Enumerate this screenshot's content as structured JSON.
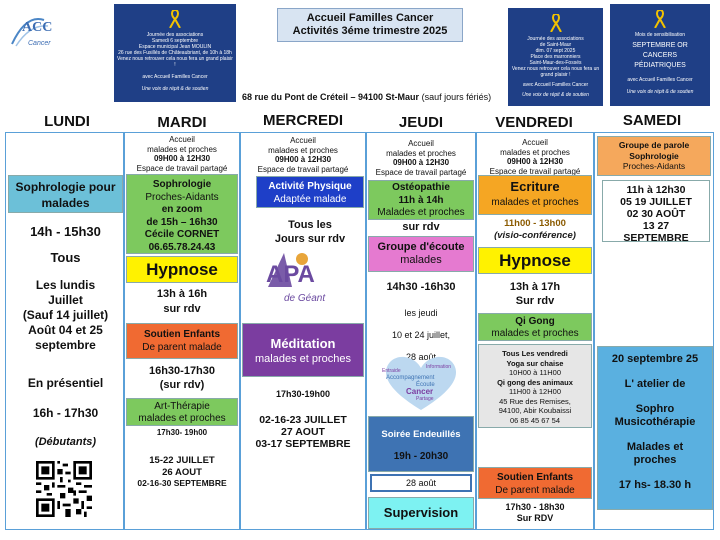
{
  "logo": {
    "text_big": "ACC",
    "text_small": "Cancer"
  },
  "header": {
    "title1": "Accueil Familles Cancer",
    "title2": "Activités 3éme trimestre 2025",
    "address": "68 rue du Pont de Créteil – 94100 St-Maur",
    "address_note": "(sauf jours fériés)"
  },
  "poster1": {
    "lines": [
      "Journée des associations",
      "Samedi 6 septembre",
      "Espace municipal Jean MOULIN",
      "26 rue des Fusillés de Châteaubriant, de 10h à 18h",
      "Venez nous retrouver cela nous fera un grand plaisir !",
      "avec Accueil Familles Cancer",
      "Une voix de répit & de soutien"
    ]
  },
  "poster2": {
    "lines": [
      "Journée des associations",
      "de Saint-Maur",
      "dim. 07 sept 2025",
      "Place des marronniers",
      "Saint-Maur-des-Fossés",
      "Venez nous retrouver cela nous fera un grand plaisir !",
      "avec Accueil Familles Cancer",
      "Une voix de répit & de soutien"
    ]
  },
  "poster3": {
    "lines": [
      "Mois de sensibilisation",
      "SEPTEMBRE OR",
      "CANCERS",
      "PÉDIATRIQUES",
      "avec Accueil Familles Cancer",
      "Une voix de répit & de soutien"
    ]
  },
  "days": {
    "lundi": "LUNDI",
    "mardi": "MARDI",
    "mercredi": "MERCREDI",
    "jeudi": "JEUDI",
    "vendredi": "VENDREDI",
    "samedi": "SAMEDI"
  },
  "accueil": {
    "title": "Accueil",
    "sub": "malades et proches",
    "hours": "09H00 à 12H30",
    "space": "Espace de travail partagé"
  },
  "lundi": {
    "activity": "Sophrologie pour malades",
    "hours": "14h - 15h30",
    "tous": "Tous",
    "lines": [
      "Les lundis",
      "Juillet",
      "(Sauf 14 juillet)",
      "Août 04 et 25",
      "septembre"
    ],
    "presentiel": "En présentiel",
    "hours2": "16h - 17h30",
    "debutants": "(Débutants)"
  },
  "mardi": {
    "sophro_title": "Sophrologie",
    "sophro_sub": "Proches-Aidants",
    "sophro_zoom": "en zoom",
    "sophro_hours": "de 15h – 16h30",
    "sophro_name": "Cécile CORNET",
    "sophro_phone": "06.65.78.24.43",
    "hypnose": "Hypnose",
    "hypnose_hours": "13h à 16h",
    "hypnose_rdv": "sur rdv",
    "soutien_title": "Soutien Enfants",
    "soutien_sub": "De parent malade",
    "soutien_hours": "16h30-17h30",
    "soutien_rdv": "(sur rdv)",
    "art_title": "Art-Thérapie",
    "art_sub": "malades et proches",
    "art_hours": "17h30- 19h00",
    "art_dates1": "15-22 JUILLET",
    "art_dates2": "26 AOUT",
    "art_dates3": "02-16-30 SEPTEMBRE"
  },
  "mercredi": {
    "activite_title": "Activité Physique",
    "activite_sub": "Adaptée malade",
    "tous_line1": "Tous les",
    "tous_line2": "Jours sur rdv",
    "apa_logo": "APA",
    "apa_sub": "de Géant",
    "meditation": "Méditation",
    "meditation_sub": "malades et proches",
    "med_hours": "17h30-19h00",
    "med_dates1": "02-16-23 JUILLET",
    "med_dates2": "27 AOUT",
    "med_dates3": "03-17 SEPTEMBRE"
  },
  "jeudi": {
    "osteo_title": "Ostéopathie",
    "osteo_hours": "11h à 14h",
    "osteo_sub": "Malades et proches",
    "osteo_rdv": "sur rdv",
    "groupe_title": "Groupe d'écoute",
    "groupe_sub": "malades",
    "groupe_hours": "14h30 -16h30",
    "groupe_line1": "les jeudi",
    "groupe_line2": "10 et 24 juillet,",
    "groupe_line3": "28 août",
    "heart_words": [
      "Entraide",
      "Information",
      "Accompagnement",
      "Écoute",
      "Cancer",
      "Partage"
    ],
    "soiree_title": "Soirée Endeuillés",
    "soiree_hours": "19h - 20h30",
    "soiree_date": "28 août",
    "supervision": "Supervision"
  },
  "vendredi": {
    "ecriture_title": "Ecriture",
    "ecriture_sub": "malades et proches",
    "ecriture_hours": "11h00 - 13h00",
    "ecriture_visio": "(visio-conférence)",
    "hypnose": "Hypnose",
    "hypnose_hours": "13h à 17h",
    "hypnose_rdv": "Sur rdv",
    "qigong_title": "Qi Gong",
    "qigong_sub": "malades et proches",
    "yoga_line1": "Tous Les vendredi",
    "yoga_line2": "Yoga sur chaise",
    "yoga_line3": "10H00 à 11H00",
    "yoga_line4": "Qi gong des animaux",
    "yoga_line5": "11H00 à 12H00",
    "yoga_line6": "45 Rue des Remises,",
    "yoga_line7": "94100, Abir Koubaissi",
    "yoga_line8": "06 85 45 67 54",
    "soutien_title": "Soutien Enfants",
    "soutien_sub": "De parent malade",
    "soutien_hours": "17h30 - 18h30",
    "soutien_rdv": "Sur RDV"
  },
  "samedi": {
    "groupe_title": "Groupe de parole",
    "groupe_sub1": "Sophrologie",
    "groupe_sub2": "Proches-Aidants",
    "dates1": "11h à 12h30",
    "dates2": "05 19 JUILLET",
    "dates3": "02 30 AOÛT",
    "dates4": "13 27",
    "dates5": "SEPTEMBRE",
    "atelier_date": "20 septembre 25",
    "atelier_l1": "L' atelier de",
    "atelier_l2": "Sophro",
    "atelier_l3": "Musicothérapie",
    "atelier_l4": "Malades et",
    "atelier_l5": "proches",
    "atelier_hours": "17 hs- 18.30 h"
  },
  "colors": {
    "column_border": "#5aa0d8",
    "sophro_blue": "#6cc0d8",
    "green": "#7dc95e",
    "yellow": "#fff200",
    "orange": "#f06a32",
    "purple": "#7b3da0",
    "pink": "#e57ad0",
    "navy_blue": "#1e3fc8",
    "light_blue": "#5ab0e0",
    "steel_blue": "#3e73b3",
    "aqua": "#7df2f2",
    "poster_navy": "#1f3f86",
    "header_blue": "#d8e4f2",
    "samedi_orange": "#f5a85c"
  }
}
